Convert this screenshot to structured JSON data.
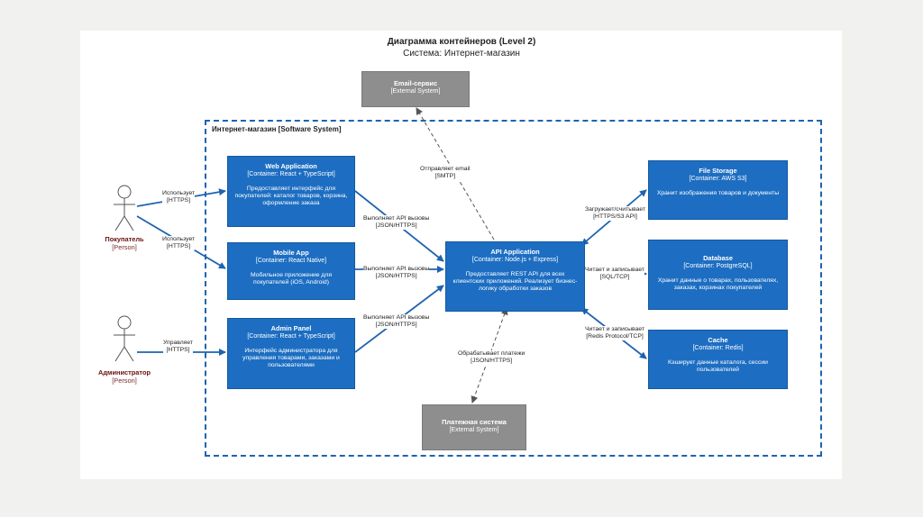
{
  "diagram": {
    "title": "Диаграмма контейнеров (Level 2)",
    "subtitle": "Система: Интернет-магазин",
    "boundary_label": "Интернет-магазин [Software System]",
    "colors": {
      "container": "#1d6ec2",
      "external": "#8e8e8e",
      "boundary": "#1f63b0",
      "arrow": "#1f63b0",
      "dashed_arrow": "#555555"
    }
  },
  "persons": {
    "customer": {
      "name": "Покупатель",
      "kind": "[Person]"
    },
    "admin": {
      "name": "Администратор",
      "kind": "[Person]"
    }
  },
  "containers": {
    "web": {
      "name": "Web Application",
      "kind": "[Container: React + TypeScript]",
      "desc": "Предоставляет интерфейс для покупателей: каталог товаров, корзина, оформление заказа"
    },
    "mobile": {
      "name": "Mobile App",
      "kind": "[Container: React Native]",
      "desc": "Мобильное приложение для покупателей (iOS, Android)"
    },
    "admin": {
      "name": "Admin Panel",
      "kind": "[Container: React + TypeScript]",
      "desc": "Интерфейс администратора для управления товарами, заказами и пользователями"
    },
    "api": {
      "name": "API Application",
      "kind": "[Container: Node.js + Express]",
      "desc": "Предоставляет REST API для всех клиентских приложений. Реализует бизнес-логику обработки заказов"
    },
    "files": {
      "name": "File Storage",
      "kind": "[Container: AWS S3]",
      "desc": "Хранит изображения товаров и документы"
    },
    "db": {
      "name": "Database",
      "kind": "[Container: PostgreSQL]",
      "desc": "Хранит данные о товарах, пользователях, заказах, корзинах покупателей"
    },
    "cache": {
      "name": "Cache",
      "kind": "[Container: Redis]",
      "desc": "Кэширует данные каталога, сессии пользователей"
    }
  },
  "external": {
    "email": {
      "name": "Email-сервис",
      "kind": "[External System]"
    },
    "payment": {
      "name": "Платежная система",
      "kind": "[External System]"
    }
  },
  "relations": {
    "cust_web": {
      "line1": "Использует",
      "line2": "[HTTPS]"
    },
    "cust_mobile": {
      "line1": "Использует",
      "line2": "[HTTPS]"
    },
    "admin_panel": {
      "line1": "Управляет",
      "line2": "[HTTPS]"
    },
    "web_api": {
      "line1": "Выполняет API вызовы",
      "line2": "[JSON/HTTPS]"
    },
    "mobile_api": {
      "line1": "Выполняет API вызовы",
      "line2": "[JSON/HTTPS]"
    },
    "admin_api": {
      "line1": "Выполняет API вызовы",
      "line2": "[JSON/HTTPS]"
    },
    "api_email": {
      "line1": "Отправляет email",
      "line2": "[SMTP]"
    },
    "api_payment": {
      "line1": "Обрабатывает платежи",
      "line2": "[JSON/HTTPS]"
    },
    "api_files": {
      "line1": "Загружает/считывает",
      "line2": "[HTTPS/S3 API]"
    },
    "api_db": {
      "line1": "Читает и записывает",
      "line2": "[SQL/TCP]"
    },
    "api_cache": {
      "line1": "Читает и записывает",
      "line2": "[Redis Protocol/TCP]"
    }
  }
}
